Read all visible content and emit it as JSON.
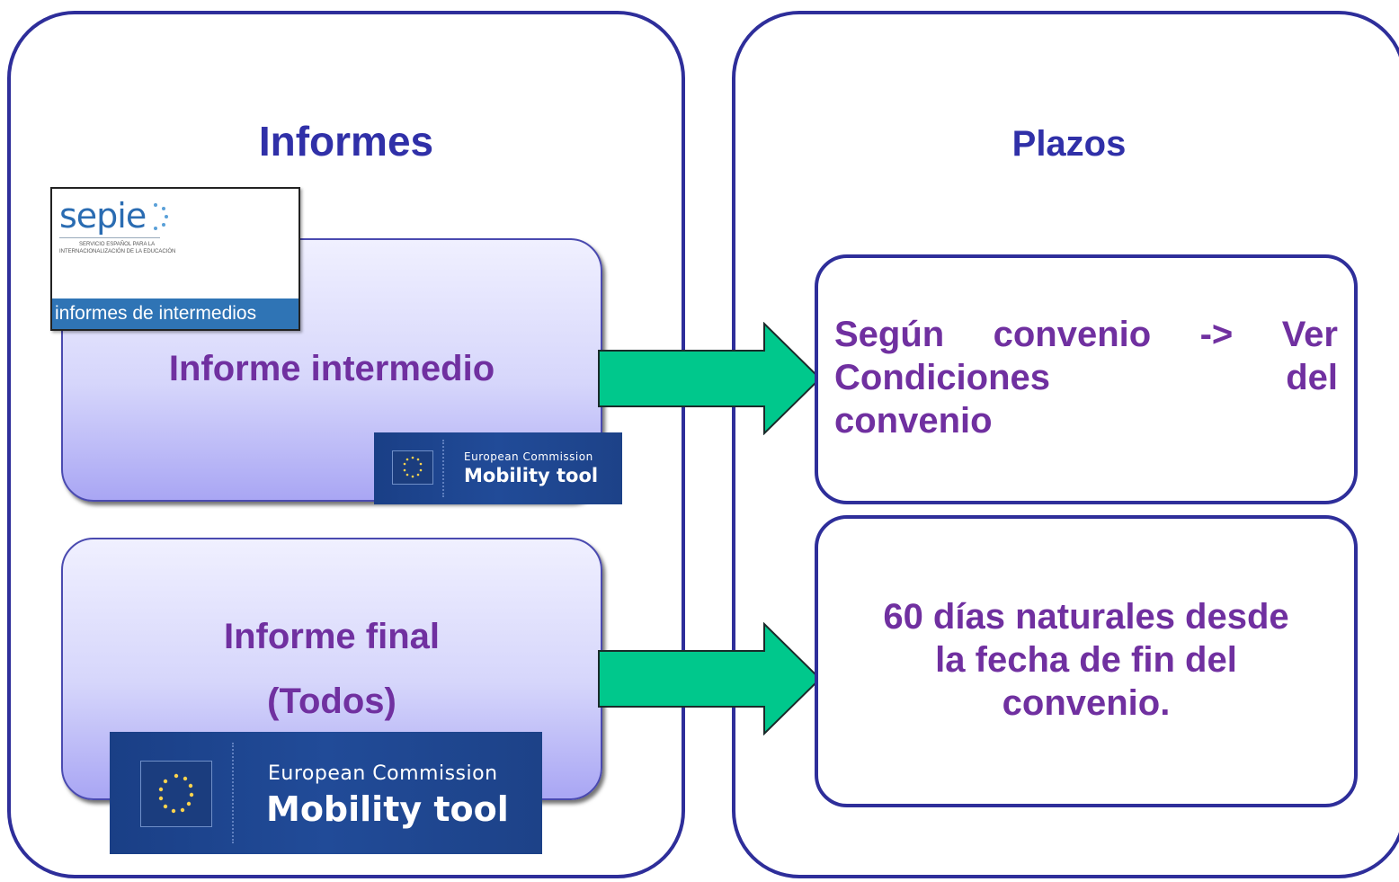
{
  "informes": {
    "heading": "Informes",
    "intermedio": {
      "title": "Informe intermedio",
      "sepie_logo": "sepie",
      "sepie_subtitle": "SERVICIO ESPAÑOL PARA LA",
      "sepie_subtitle2": "INTERNACIONALIZACIÓN DE LA EDUCACIÓN",
      "sepie_bar": "informes de intermedios",
      "banner_ec": "European Commission",
      "banner_tool": "Mobility tool"
    },
    "final": {
      "title": "Informe final",
      "subtitle": "(Todos)",
      "banner_ec": "European Commission",
      "banner_tool": "Mobility tool"
    }
  },
  "plazos": {
    "heading": "Plazos",
    "intermedio_lines": [
      [
        "Según",
        "convenio",
        "->",
        "Ver"
      ],
      [
        "Condiciones",
        "del"
      ],
      [
        "convenio"
      ]
    ],
    "final_lines": [
      "60 días naturales desde",
      "la fecha de fin del",
      "convenio."
    ]
  },
  "colors": {
    "border": "#2e2e9a",
    "heading": "#3030a8",
    "purple_text": "#7030a0",
    "arrow_fill": "#00c88c",
    "banner_blue": "#1f4690",
    "sepie_blue": "#2f74b5"
  },
  "icons": {
    "arrow": "right-arrow-icon",
    "eu_flag": "eu-flag-icon"
  }
}
